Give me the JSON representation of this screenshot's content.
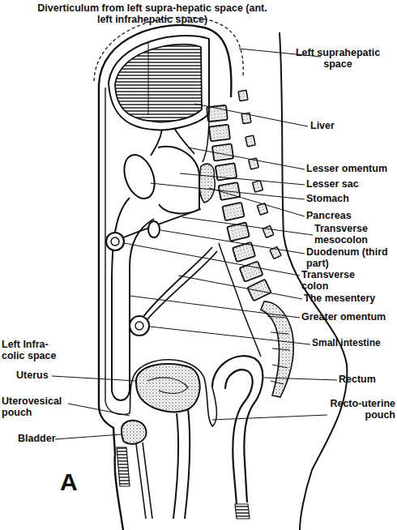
{
  "diagram": {
    "labels": [
      "Diverticulum from left supra-hepatic space (ant. left infrahepatic space)",
      "Left suprahepatic space",
      "Liver",
      "Lesser omentum",
      "Lesser sac",
      "Stomach",
      "Pancreas",
      "Transverse mesocolon",
      "Duodenum (third part)",
      "Transverse colon",
      "The mesentery",
      "Greater omentum",
      "Small intestine",
      "Left Infra-colic space",
      "Uterus",
      "Rectum",
      "Uterovesical pouch",
      "Recto-uterine pouch",
      "Bladder",
      "A"
    ]
  }
}
